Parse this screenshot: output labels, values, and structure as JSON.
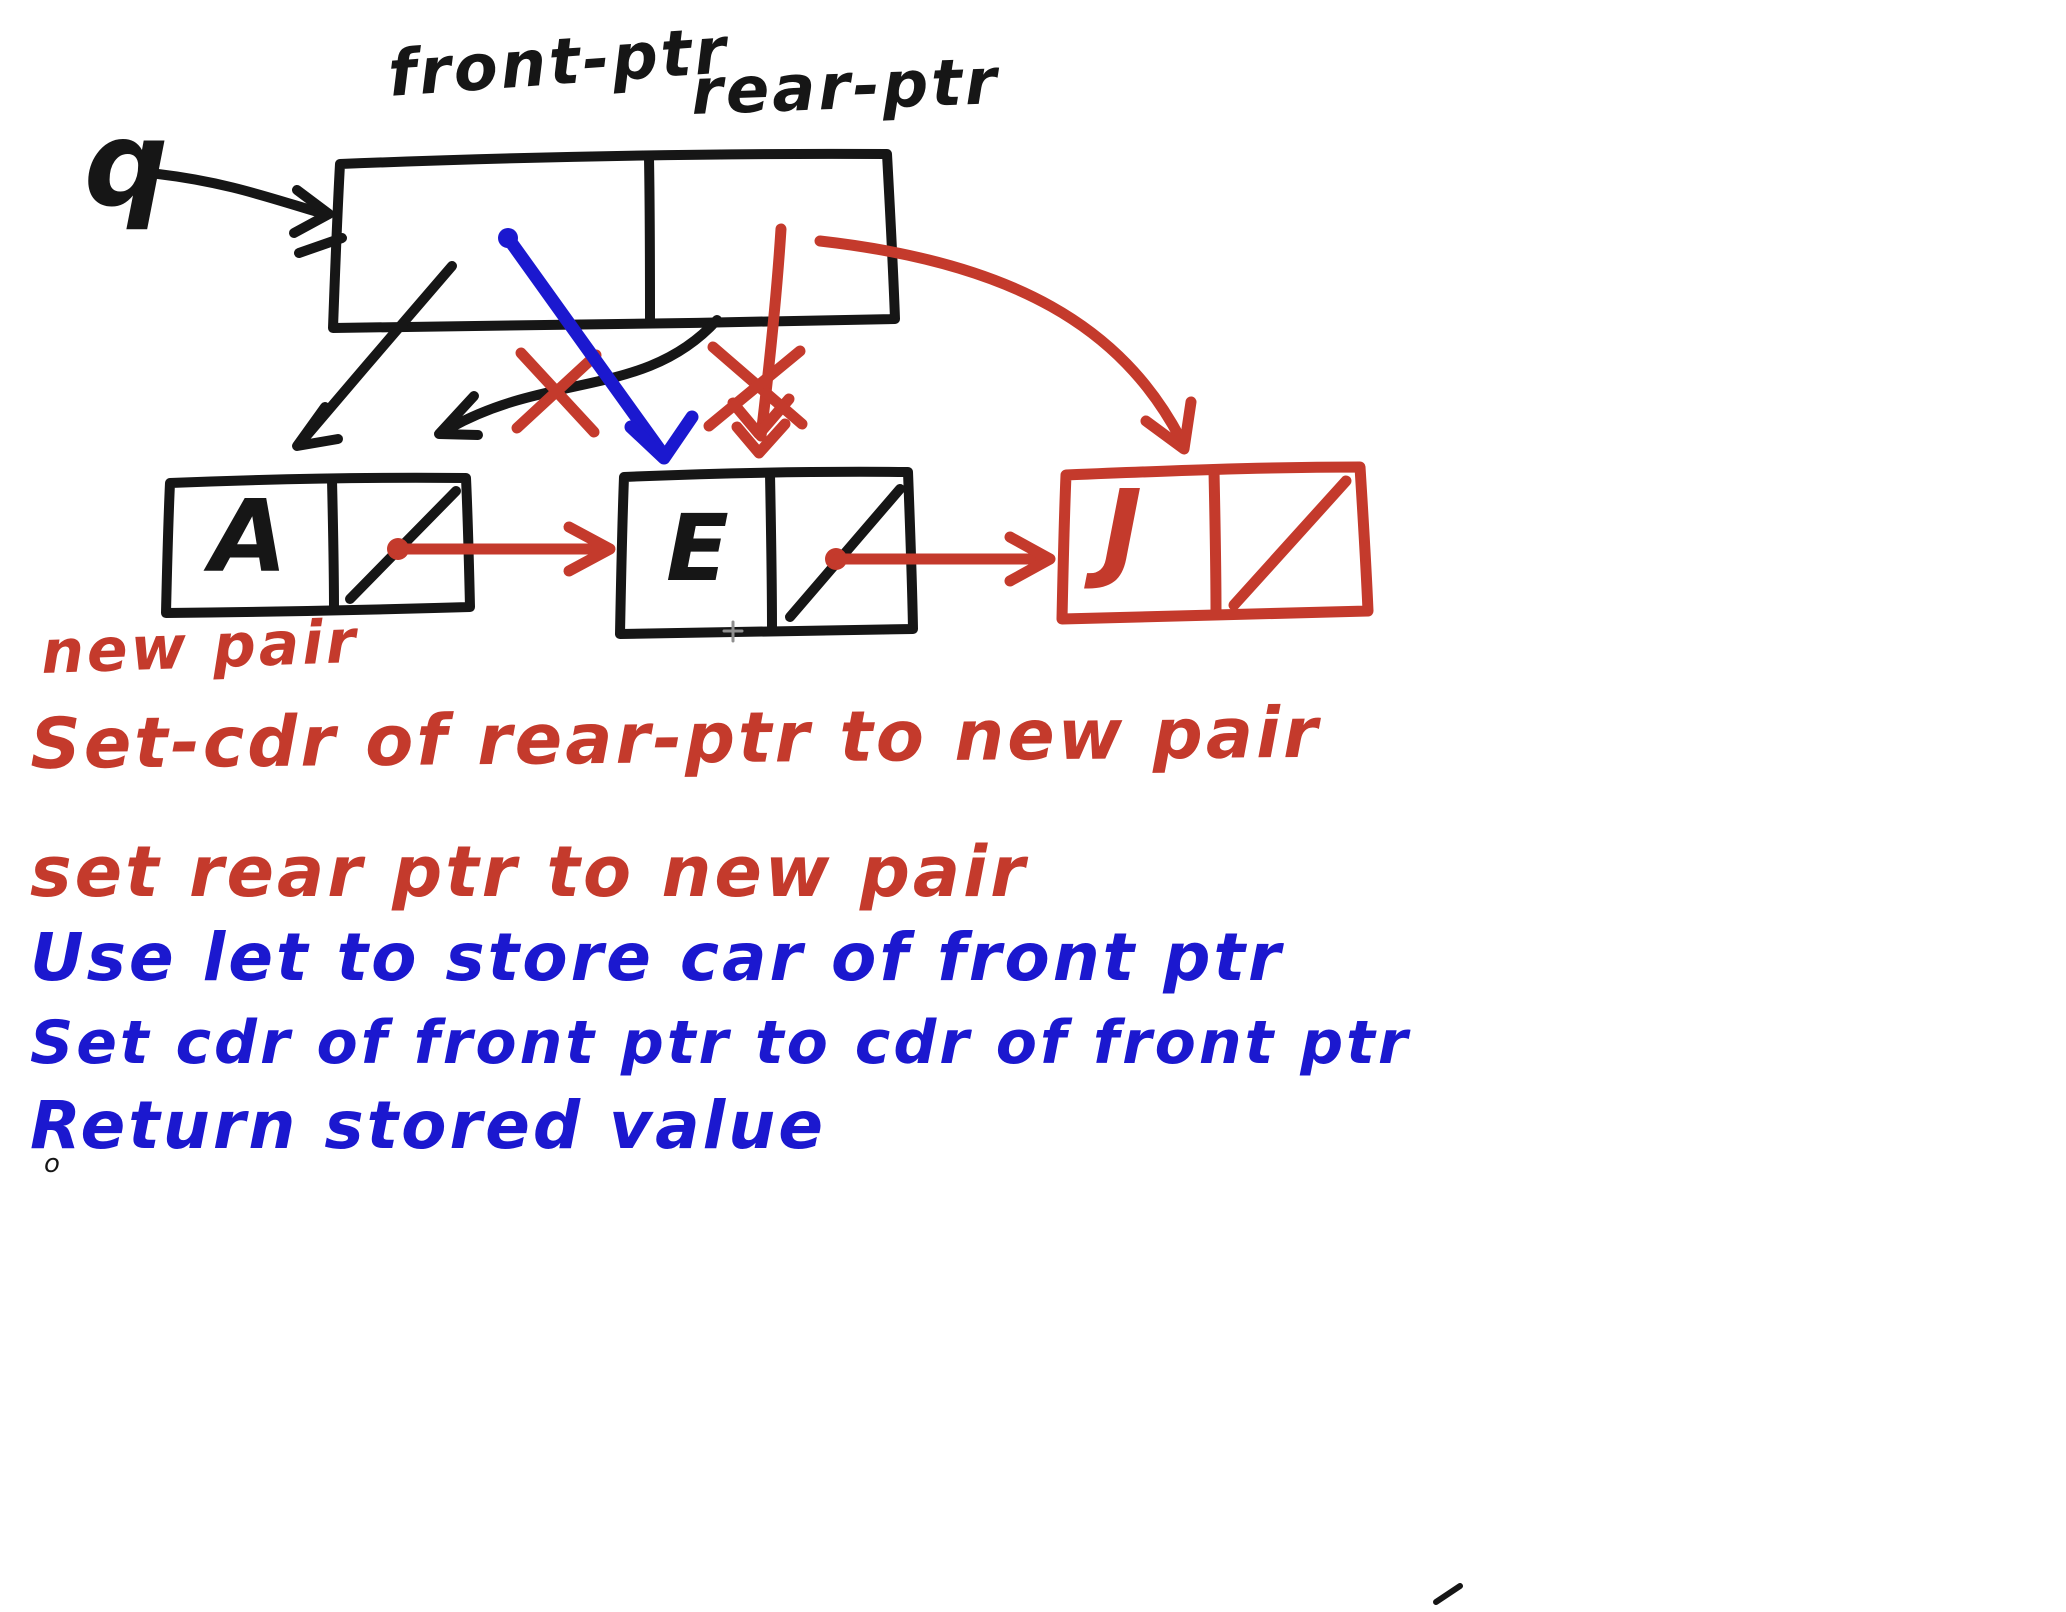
{
  "colors": {
    "background": "#ffffff",
    "black": "#161616",
    "red": "#c43a2c",
    "blue": "#1b18cf"
  },
  "pointers": {
    "front_label": "front-ptr",
    "rear_label": "rear-ptr",
    "queue_label": "q"
  },
  "cells": [
    {
      "value": "A",
      "color": "black"
    },
    {
      "value": "E",
      "color": "black"
    },
    {
      "value": "J",
      "color": "red"
    }
  ],
  "notes": [
    {
      "text": "new pair",
      "color": "red"
    },
    {
      "text": "Set-cdr of rear-ptr to new pair",
      "color": "red"
    },
    {
      "text": "set rear ptr to new pair",
      "color": "red"
    },
    {
      "text": "Use let to store car of front ptr",
      "color": "blue"
    },
    {
      "text": "Set cdr of front ptr to cdr of front ptr",
      "color": "blue"
    },
    {
      "text": "Return stored value",
      "color": "blue"
    }
  ],
  "stray_marks": {
    "bottom_left": "o"
  }
}
